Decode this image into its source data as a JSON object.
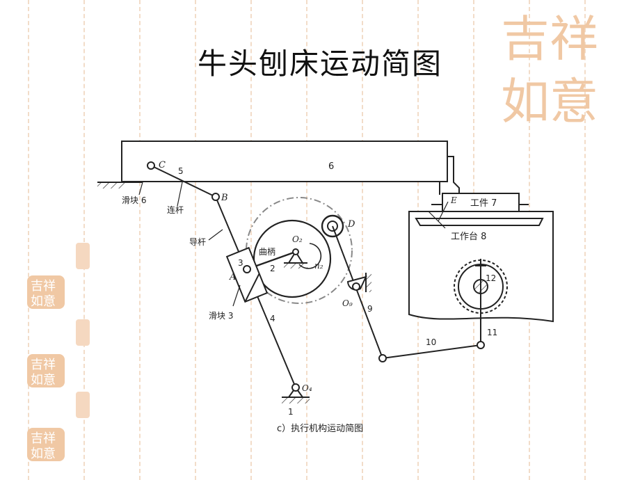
{
  "title": "牛头刨床运动简图",
  "caption": "c）执行机构运动简图",
  "labels": {
    "ram": "6",
    "joint_c": "C",
    "link_5": "5",
    "joint_b": "B",
    "slider6": "滑块 6",
    "connecting_rod": "连杆",
    "guide_rod": "导杆",
    "crank": "曲柄",
    "o2": "O₂",
    "n2": "n₂",
    "crank_2": "2",
    "slider_3_num": "3",
    "joint_a": "A",
    "slider3": "滑块 3",
    "link_4": "4",
    "o4": "O₄",
    "frame_1": "1",
    "joint_d": "D",
    "o9": "O₉",
    "link_9": "9",
    "link_10": "10",
    "link_11": "11",
    "joint_e": "E",
    "workpiece": "工件 7",
    "worktable": "工作台 8",
    "gear_12": "12"
  },
  "decor": {
    "seal_color": "#f0c8a4",
    "seal_chars_top": "吉祥",
    "seal_chars_bottom": "如意"
  }
}
